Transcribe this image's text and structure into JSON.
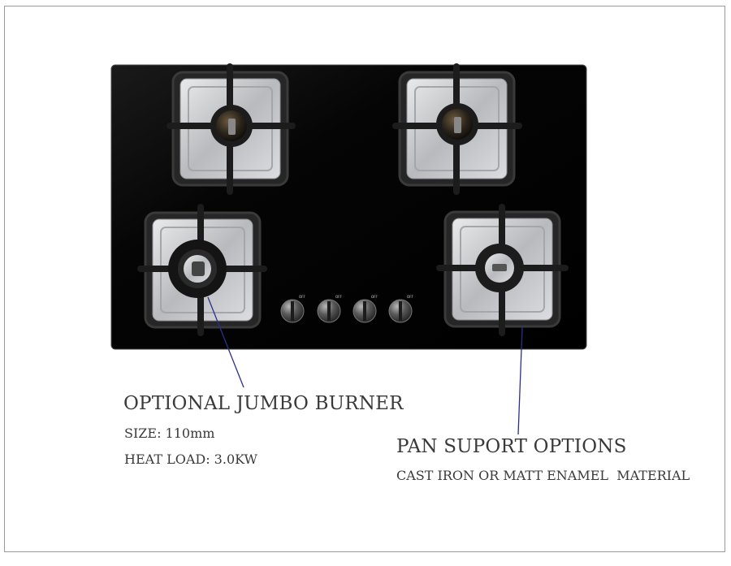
{
  "product": {
    "knob_marks": [
      "OFF",
      "OFF",
      "OFF",
      "OFF"
    ]
  },
  "callouts": {
    "jumbo_burner": {
      "title": "OPTIONAL JUMBO BURNER",
      "size": "SIZE: 110mm",
      "heat_load": "HEAT LOAD: 3.0KW"
    },
    "pan_support": {
      "title": "PAN SUPORT OPTIONS",
      "material": "CAST IRON OR MATT ENAMEL  MATERIAL"
    }
  },
  "colors": {
    "glass": "#050505",
    "steel": "#c9cacc",
    "grate": "#1c1c1c",
    "leader_line": "#2b2f8a",
    "caption": "#3a3a3a"
  }
}
